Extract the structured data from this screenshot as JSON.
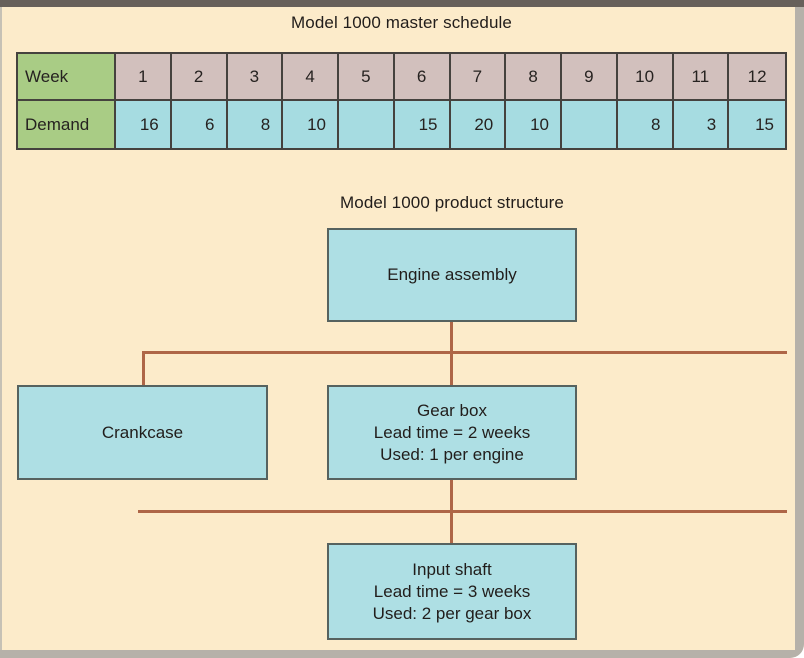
{
  "colors": {
    "background": "#fcebca",
    "frame_top": "#67605a",
    "frame_side": "#b6b1a9",
    "header_green": "#a9cc85",
    "week_cell_pink": "#d2c0bd",
    "demand_cell_cyan": "#a6dce1",
    "node_fill_cyan": "#aedfe4",
    "connector_brown": "#ae6647",
    "table_border": "#45423e"
  },
  "master_schedule": {
    "title": "Model 1000 master schedule",
    "row_headers": [
      "Week",
      "Demand"
    ],
    "weeks": [
      "1",
      "2",
      "3",
      "4",
      "5",
      "6",
      "7",
      "8",
      "9",
      "10",
      "11",
      "12"
    ],
    "demand": [
      "16",
      "6",
      "8",
      "10",
      "",
      "15",
      "20",
      "10",
      "",
      "8",
      "3",
      "15"
    ]
  },
  "product_structure": {
    "title": "Model 1000 product structure",
    "nodes": {
      "engine": {
        "lines": [
          "Engine assembly"
        ]
      },
      "crankcase": {
        "lines": [
          "Crankcase"
        ]
      },
      "gearbox": {
        "lines": [
          "Gear box",
          "Lead time = 2 weeks",
          "Used: 1 per engine"
        ]
      },
      "input_shaft": {
        "lines": [
          "Input shaft",
          "Lead time = 3 weeks",
          "Used: 2 per gear box"
        ]
      }
    }
  }
}
